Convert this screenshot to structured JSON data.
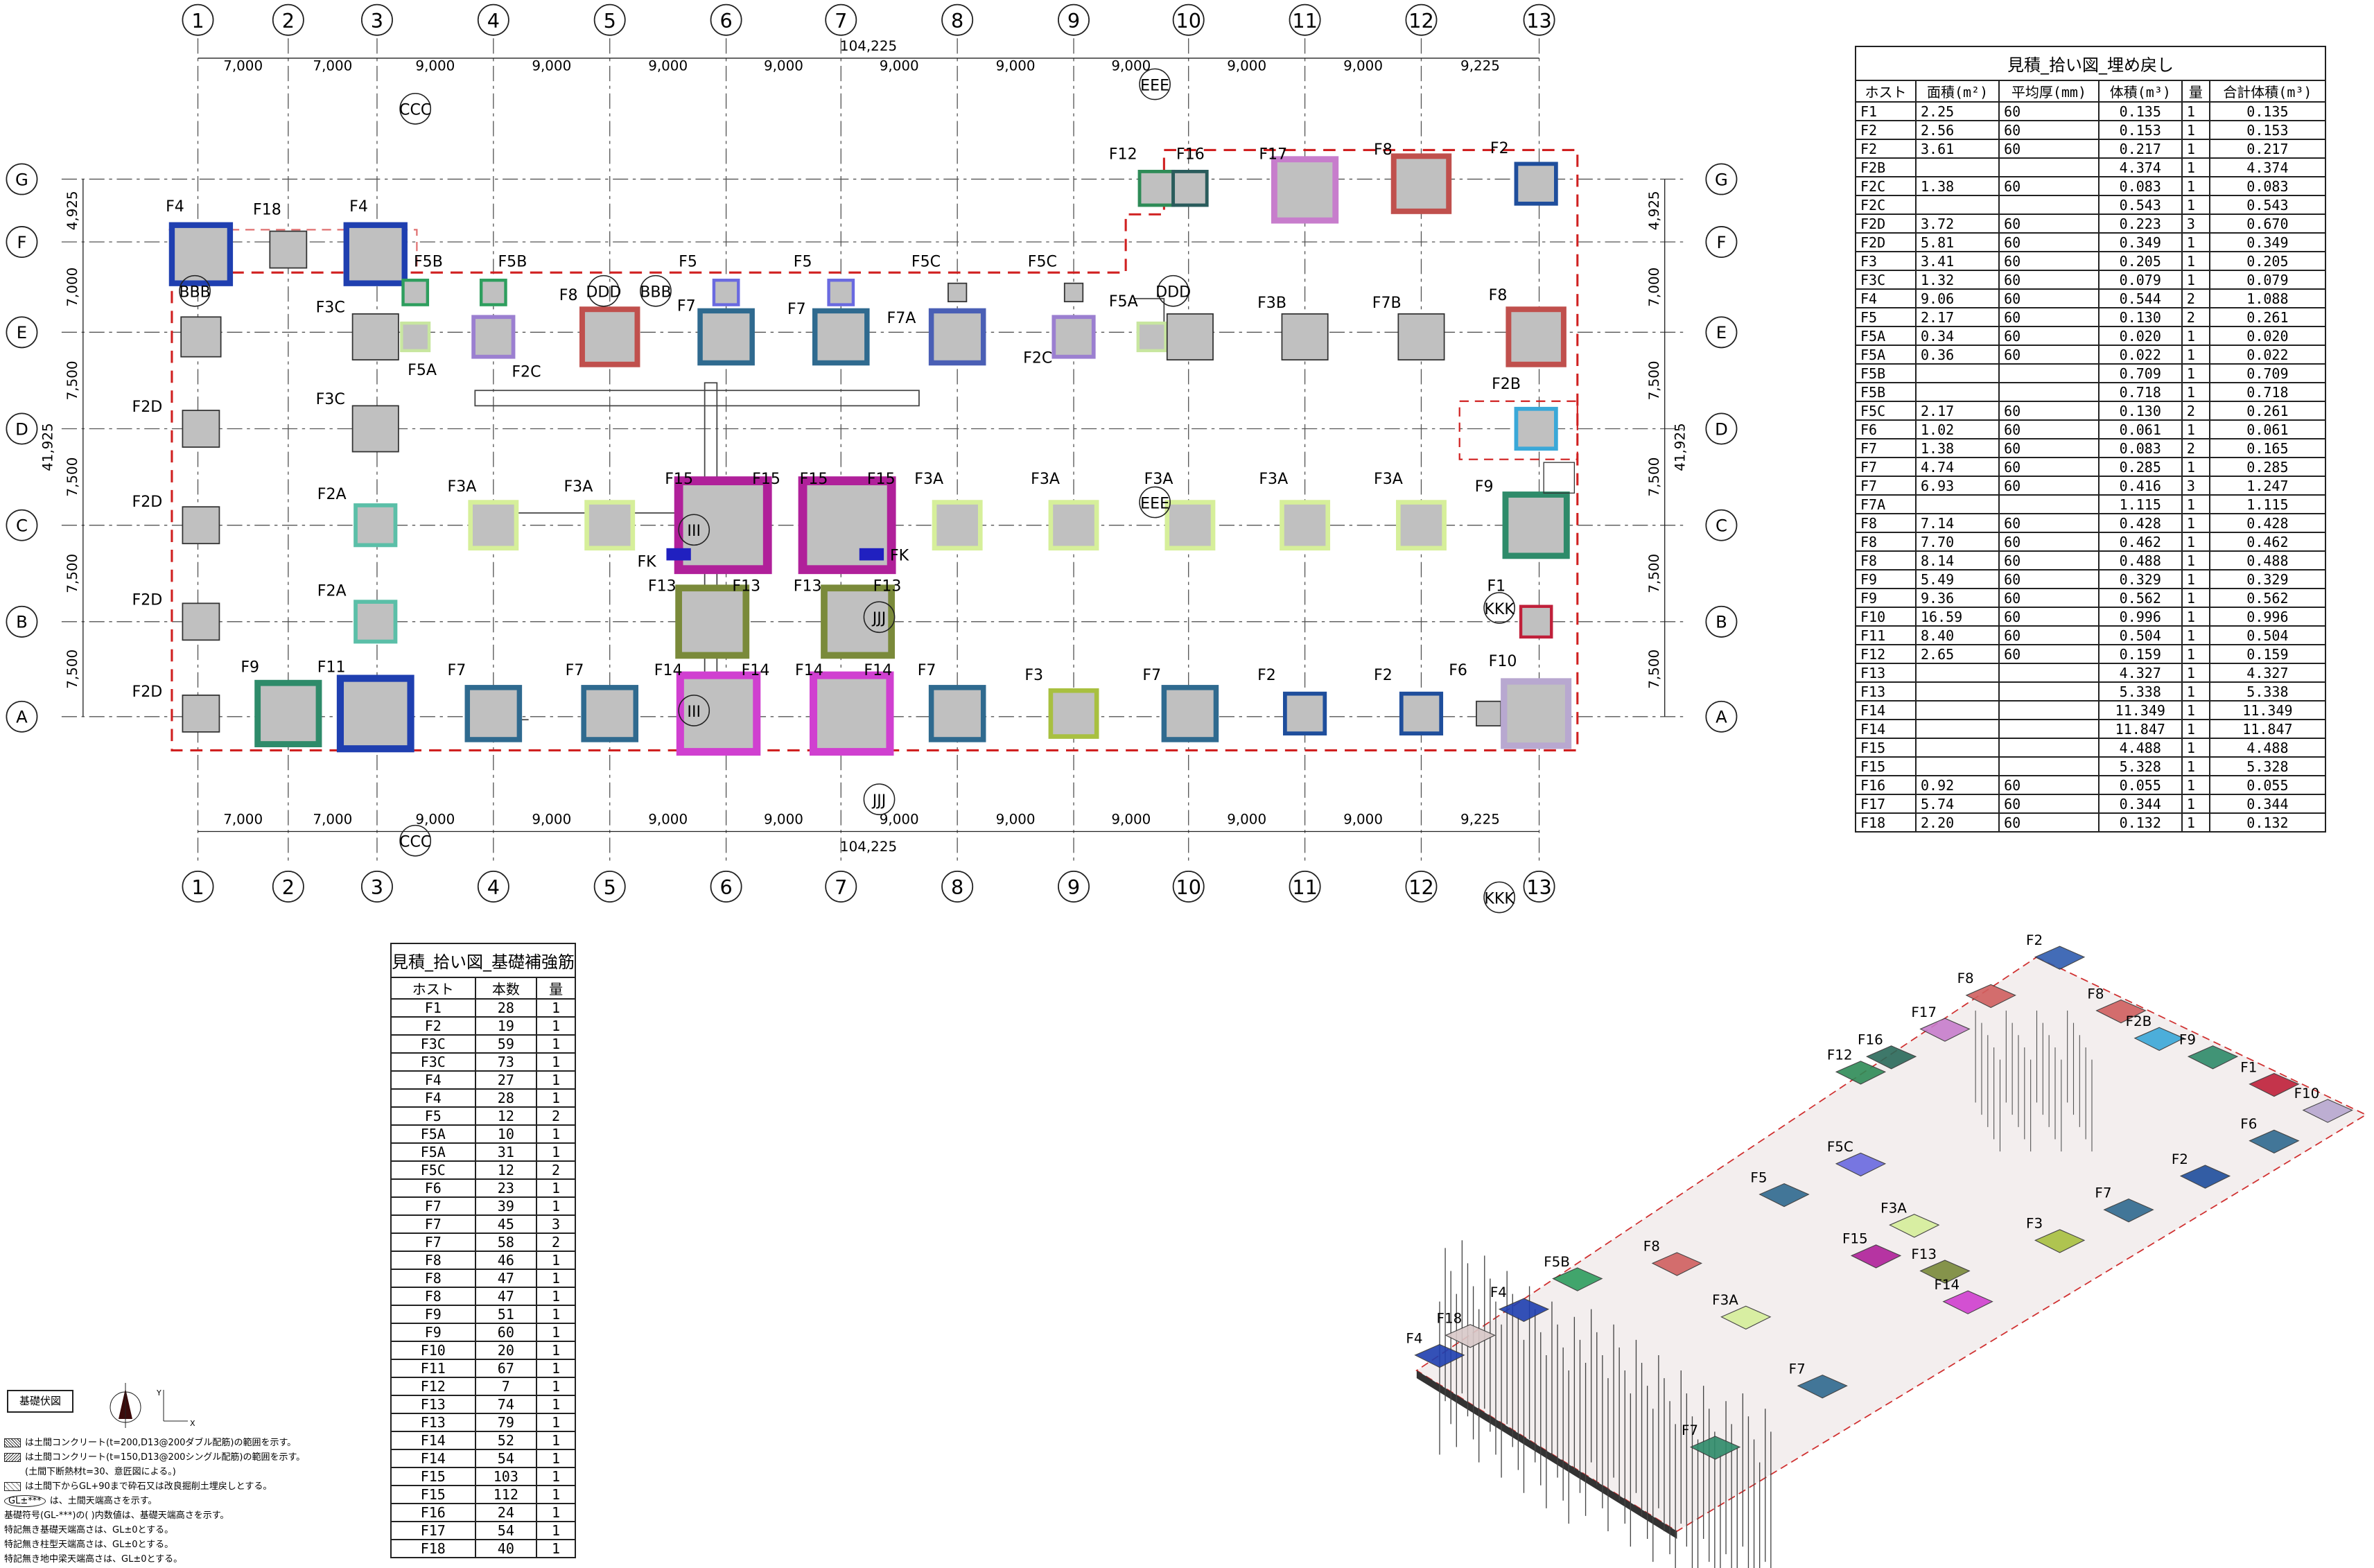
{
  "grid": {
    "columns": [
      "1",
      "2",
      "3",
      "4",
      "5",
      "6",
      "7",
      "8",
      "9",
      "10",
      "11",
      "12",
      "13"
    ],
    "rows": [
      "G",
      "F",
      "E",
      "D",
      "C",
      "B",
      "A"
    ],
    "column_spacings": [
      "7,000",
      "7,000",
      "9,000",
      "9,000",
      "9,000",
      "9,000",
      "9,000",
      "9,000",
      "9,000",
      "9,000",
      "9,000",
      "9,225"
    ],
    "row_spacings": [
      "4,925",
      "7,000",
      "7,500",
      "7,500",
      "7,500",
      "7,500"
    ],
    "total_width": "104,225",
    "total_depth": "41,925"
  },
  "markers": [
    "CCC",
    "CCC",
    "EEE",
    "EEE",
    "DDD",
    "DDD",
    "BBB",
    "BBB",
    "JJJ",
    "JJJ",
    "KKK",
    "KKK",
    "III",
    "III"
  ],
  "footings": [
    {
      "label": "F12",
      "color": "#2e8b57"
    },
    {
      "label": "F16",
      "color": "#2a5c5c"
    },
    {
      "label": "F17",
      "color": "#c77dcc"
    },
    {
      "label": "F8",
      "color": "#c0504d"
    },
    {
      "label": "F2",
      "color": "#1f4e9c"
    },
    {
      "label": "F4",
      "color": "#1f3fb0"
    },
    {
      "label": "F18",
      "color": "#9a9a9a"
    },
    {
      "label": "F4",
      "color": "#1f3fb0"
    },
    {
      "label": "F5B",
      "color": "#2e9e5e"
    },
    {
      "label": "F5B",
      "color": "#2e9e5e"
    },
    {
      "label": "F5",
      "color": "#6a6ae0"
    },
    {
      "label": "F5",
      "color": "#6a6ae0"
    },
    {
      "label": "F5C",
      "color": "#777777"
    },
    {
      "label": "F5C",
      "color": "#777777"
    },
    {
      "label": "",
      "color": "#777777"
    },
    {
      "label": "F3C",
      "color": "#777777"
    },
    {
      "label": "F5A",
      "color": "#c8e6a0"
    },
    {
      "label": "F2C",
      "color": "#9b7fd0"
    },
    {
      "label": "F8",
      "color": "#c0504d"
    },
    {
      "label": "F7",
      "color": "#2f6a8f"
    },
    {
      "label": "F7",
      "color": "#2f6a8f"
    },
    {
      "label": "F7A",
      "color": "#4a5fb5"
    },
    {
      "label": "F2C",
      "color": "#9b7fd0"
    },
    {
      "label": "F5A",
      "color": "#c8e6a0"
    },
    {
      "label": "F3B",
      "color": "#777777"
    },
    {
      "label": "",
      "color": "#777777"
    },
    {
      "label": "F7B",
      "color": "#777777"
    },
    {
      "label": "F8",
      "color": "#c0504d"
    },
    {
      "label": "F2D",
      "color": "#777777"
    },
    {
      "label": "F3C",
      "color": "#777777"
    },
    {
      "label": "F2B",
      "color": "#3aa8d8"
    },
    {
      "label": "F2D",
      "color": "#777777"
    },
    {
      "label": "F2A",
      "color": "#5bbfa8"
    },
    {
      "label": "F3A",
      "color": "#d6ef9a"
    },
    {
      "label": "F3A",
      "color": "#d6ef9a"
    },
    {
      "label": "F15",
      "color": "#b0209a"
    },
    {
      "label": "F15",
      "color": "#b0209a"
    },
    {
      "label": "F3A",
      "color": "#d6ef9a"
    },
    {
      "label": "F3A",
      "color": "#d6ef9a"
    },
    {
      "label": "F3A",
      "color": "#d6ef9a"
    },
    {
      "label": "F3A",
      "color": "#d6ef9a"
    },
    {
      "label": "F3A",
      "color": "#d6ef9a"
    },
    {
      "label": "F9",
      "color": "#2e8b6a"
    },
    {
      "label": "F2D",
      "color": "#777777"
    },
    {
      "label": "F2A",
      "color": "#5bbfa8"
    },
    {
      "label": "F13",
      "color": "#7a8a3a"
    },
    {
      "label": "F13",
      "color": "#7a8a3a"
    },
    {
      "label": "F1",
      "color": "#c0203a"
    },
    {
      "label": "F2D",
      "color": "#777777"
    },
    {
      "label": "F9",
      "color": "#2e8b6a"
    },
    {
      "label": "F11",
      "color": "#1f3fb0"
    },
    {
      "label": "F7",
      "color": "#2f6a8f"
    },
    {
      "label": "F7",
      "color": "#2f6a8f"
    },
    {
      "label": "F14",
      "color": "#d040d0"
    },
    {
      "label": "F14",
      "color": "#d040d0"
    },
    {
      "label": "F7",
      "color": "#2f6a8f"
    },
    {
      "label": "F3",
      "color": "#a8c040"
    },
    {
      "label": "F7",
      "color": "#2f6a8f"
    },
    {
      "label": "F2",
      "color": "#1f4e9c"
    },
    {
      "label": "F2",
      "color": "#1f4e9c"
    },
    {
      "label": "F6",
      "color": "#777777"
    },
    {
      "label": "F10",
      "color": "#b8a8d0"
    }
  ],
  "extra_labels": [
    "F15",
    "F15",
    "F13",
    "F13",
    "F14",
    "F14",
    "FK",
    "FK"
  ],
  "iso_labels": [
    "F2",
    "F8",
    "F8",
    "F17",
    "F16",
    "F12",
    "F2B",
    "F9",
    "F1",
    "F10",
    "F6",
    "F2",
    "F7",
    "F3",
    "F14",
    "F13",
    "F15",
    "F3A",
    "F5C",
    "F5",
    "F8",
    "F5B",
    "F4",
    "F18",
    "F4",
    "F7",
    "F7",
    "F3A"
  ],
  "backfill_table": {
    "title": "見積_拾い図_埋め戻し",
    "headers": [
      "ホスト",
      "面積(m²)",
      "平均厚(mm)",
      "体積(m³)",
      "量",
      "合計体積(m³)"
    ],
    "rows": [
      [
        "F1",
        "2.25",
        "60",
        "0.135",
        "1",
        "0.135"
      ],
      [
        "F2",
        "2.56",
        "60",
        "0.153",
        "1",
        "0.153"
      ],
      [
        "F2",
        "3.61",
        "60",
        "0.217",
        "1",
        "0.217"
      ],
      [
        "F2B",
        "",
        "",
        "4.374",
        "1",
        "4.374"
      ],
      [
        "F2C",
        "1.38",
        "60",
        "0.083",
        "1",
        "0.083"
      ],
      [
        "F2C",
        "",
        "",
        "0.543",
        "1",
        "0.543"
      ],
      [
        "F2D",
        "3.72",
        "60",
        "0.223",
        "3",
        "0.670"
      ],
      [
        "F2D",
        "5.81",
        "60",
        "0.349",
        "1",
        "0.349"
      ],
      [
        "F3",
        "3.41",
        "60",
        "0.205",
        "1",
        "0.205"
      ],
      [
        "F3C",
        "1.32",
        "60",
        "0.079",
        "1",
        "0.079"
      ],
      [
        "F4",
        "9.06",
        "60",
        "0.544",
        "2",
        "1.088"
      ],
      [
        "F5",
        "2.17",
        "60",
        "0.130",
        "2",
        "0.261"
      ],
      [
        "F5A",
        "0.34",
        "60",
        "0.020",
        "1",
        "0.020"
      ],
      [
        "F5A",
        "0.36",
        "60",
        "0.022",
        "1",
        "0.022"
      ],
      [
        "F5B",
        "",
        "",
        "0.709",
        "1",
        "0.709"
      ],
      [
        "F5B",
        "",
        "",
        "0.718",
        "1",
        "0.718"
      ],
      [
        "F5C",
        "2.17",
        "60",
        "0.130",
        "2",
        "0.261"
      ],
      [
        "F6",
        "1.02",
        "60",
        "0.061",
        "1",
        "0.061"
      ],
      [
        "F7",
        "1.38",
        "60",
        "0.083",
        "2",
        "0.165"
      ],
      [
        "F7",
        "4.74",
        "60",
        "0.285",
        "1",
        "0.285"
      ],
      [
        "F7",
        "6.93",
        "60",
        "0.416",
        "3",
        "1.247"
      ],
      [
        "F7A",
        "",
        "",
        "1.115",
        "1",
        "1.115"
      ],
      [
        "F8",
        "7.14",
        "60",
        "0.428",
        "1",
        "0.428"
      ],
      [
        "F8",
        "7.70",
        "60",
        "0.462",
        "1",
        "0.462"
      ],
      [
        "F8",
        "8.14",
        "60",
        "0.488",
        "1",
        "0.488"
      ],
      [
        "F9",
        "5.49",
        "60",
        "0.329",
        "1",
        "0.329"
      ],
      [
        "F9",
        "9.36",
        "60",
        "0.562",
        "1",
        "0.562"
      ],
      [
        "F10",
        "16.59",
        "60",
        "0.996",
        "1",
        "0.996"
      ],
      [
        "F11",
        "8.40",
        "60",
        "0.504",
        "1",
        "0.504"
      ],
      [
        "F12",
        "2.65",
        "60",
        "0.159",
        "1",
        "0.159"
      ],
      [
        "F13",
        "",
        "",
        "4.327",
        "1",
        "4.327"
      ],
      [
        "F13",
        "",
        "",
        "5.338",
        "1",
        "5.338"
      ],
      [
        "F14",
        "",
        "",
        "11.349",
        "1",
        "11.349"
      ],
      [
        "F14",
        "",
        "",
        "11.847",
        "1",
        "11.847"
      ],
      [
        "F15",
        "",
        "",
        "4.488",
        "1",
        "4.488"
      ],
      [
        "F15",
        "",
        "",
        "5.328",
        "1",
        "5.328"
      ],
      [
        "F16",
        "0.92",
        "60",
        "0.055",
        "1",
        "0.055"
      ],
      [
        "F17",
        "5.74",
        "60",
        "0.344",
        "1",
        "0.344"
      ],
      [
        "F18",
        "2.20",
        "60",
        "0.132",
        "1",
        "0.132"
      ]
    ]
  },
  "rebar_table": {
    "title": "見積_拾い図_基礎補強筋",
    "headers": [
      "ホスト",
      "本数",
      "量"
    ],
    "rows": [
      [
        "F1",
        "28",
        "1"
      ],
      [
        "F2",
        "19",
        "1"
      ],
      [
        "F3C",
        "59",
        "1"
      ],
      [
        "F3C",
        "73",
        "1"
      ],
      [
        "F4",
        "27",
        "1"
      ],
      [
        "F4",
        "28",
        "1"
      ],
      [
        "F5",
        "12",
        "2"
      ],
      [
        "F5A",
        "10",
        "1"
      ],
      [
        "F5A",
        "31",
        "1"
      ],
      [
        "F5C",
        "12",
        "2"
      ],
      [
        "F6",
        "23",
        "1"
      ],
      [
        "F7",
        "39",
        "1"
      ],
      [
        "F7",
        "45",
        "3"
      ],
      [
        "F7",
        "58",
        "2"
      ],
      [
        "F8",
        "46",
        "1"
      ],
      [
        "F8",
        "47",
        "1"
      ],
      [
        "F8",
        "47",
        "1"
      ],
      [
        "F9",
        "51",
        "1"
      ],
      [
        "F9",
        "60",
        "1"
      ],
      [
        "F10",
        "20",
        "1"
      ],
      [
        "F11",
        "67",
        "1"
      ],
      [
        "F12",
        "7",
        "1"
      ],
      [
        "F13",
        "74",
        "1"
      ],
      [
        "F13",
        "79",
        "1"
      ],
      [
        "F14",
        "52",
        "1"
      ],
      [
        "F14",
        "54",
        "1"
      ],
      [
        "F15",
        "103",
        "1"
      ],
      [
        "F15",
        "112",
        "1"
      ],
      [
        "F16",
        "24",
        "1"
      ],
      [
        "F17",
        "54",
        "1"
      ],
      [
        "F18",
        "40",
        "1"
      ]
    ]
  },
  "legend": {
    "title": "基礎伏図",
    "axis_x": "X",
    "axis_y": "Y",
    "gl_symbol": "GL±***",
    "notes": [
      "は土間コンクリート(t=200,D13@200ダブル配筋)の範囲を示す。",
      "は土間コンクリート(t=150,D13@200シングル配筋)の範囲を示す。",
      "(土間下断熱材t=30、意匠図による。)",
      "は土間下からGL+90まで砕石又は改良掘削土埋戻しとする。",
      "は、土間天端高さを示す。",
      "基礎符号(GL-***)の( )内数値は、基礎天端高さを示す。",
      "特記無き基礎天端高さは、GL±0とする。",
      "特記無き柱型天端高さは、GL±0とする。",
      "特記無き地中梁天端高さは、GL±0とする。"
    ]
  }
}
